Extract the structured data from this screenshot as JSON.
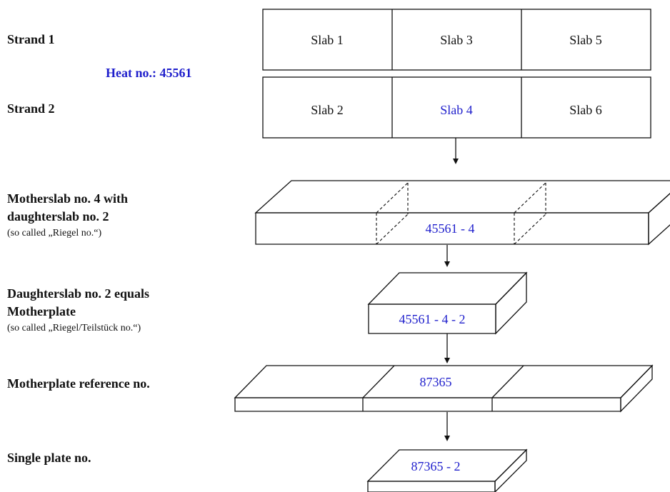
{
  "strand1_label": "Strand 1",
  "strand2_label": "Strand 2",
  "heat_label": "Heat no.: 45561",
  "strand1_slabs": [
    "Slab 1",
    "Slab 3",
    "Slab 5"
  ],
  "strand2_slabs": [
    "Slab 2",
    "Slab 4",
    "Slab 6"
  ],
  "motherslab": {
    "label_line1": "Motherslab no. 4 with",
    "label_line2": "daughterslab no. 2",
    "note": "(so called „Riegel no.“)",
    "id": "45561 - 4"
  },
  "daughterslab": {
    "label_line1": "Daughterslab no. 2 equals",
    "label_line2": "Motherplate",
    "note": "(so called „Riegel/Teilstück no.“)",
    "id": "45561 - 4 - 2"
  },
  "motherplate": {
    "label": "Motherplate reference no.",
    "id": "87365"
  },
  "single_plate": {
    "label": "Single plate no.",
    "id": "87365 - 2"
  },
  "colors": {
    "accent": "#1f1fcc",
    "lines": "#111111"
  }
}
